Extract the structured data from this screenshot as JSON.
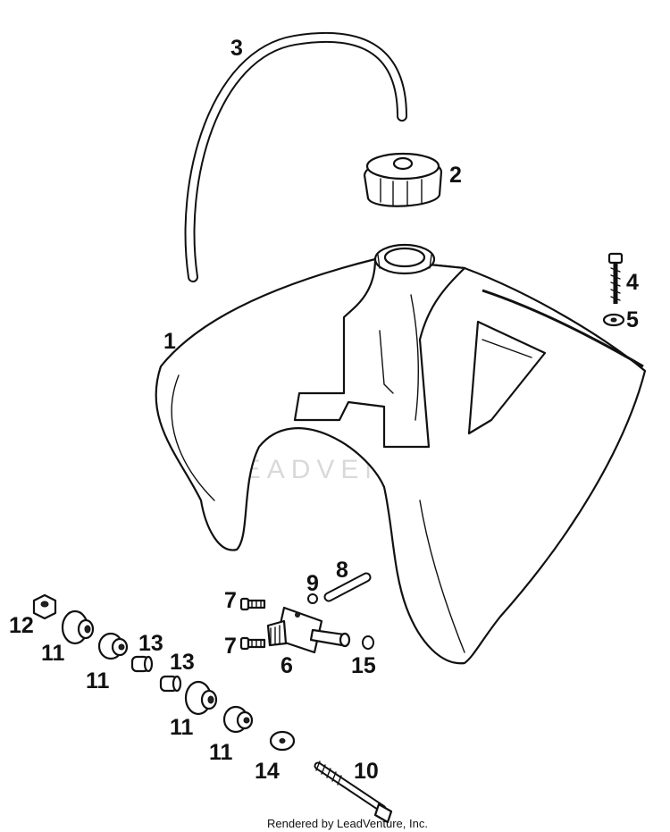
{
  "watermark": "LEADVENTURE",
  "credit": "Rendered by LeadVenture, Inc.",
  "callouts": [
    "1",
    "2",
    "3",
    "4",
    "5",
    "6",
    "7",
    "8",
    "9",
    "10",
    "11",
    "12",
    "13",
    "14",
    "15"
  ]
}
